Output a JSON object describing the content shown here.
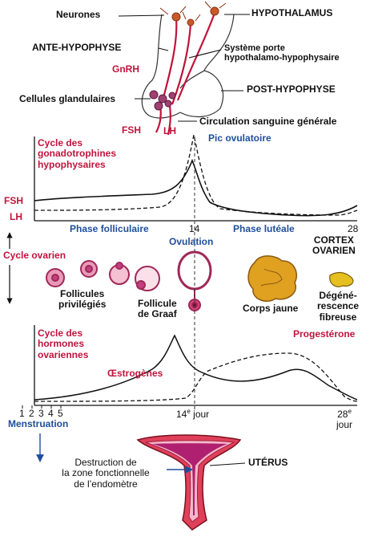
{
  "labels": {
    "neurones": "Neurones",
    "hypothalamus": "HYPOTHALAMUS",
    "ante_hypophyse": "ANTE-HYPOPHYSE",
    "systeme_porte": "Système porte\nhypothalamo-hypophysaire",
    "gnrh": "GnRH",
    "cellules": "Cellules glandulaires",
    "post_hypophyse": "POST-HYPOPHYSE",
    "fsh_top": "FSH",
    "lh_top": "LH",
    "circulation": "Circulation sanguine générale",
    "pic": "Pic ovulatoire",
    "cycle_gonado": "Cycle des\ngonadotrophines\nhypophysaires",
    "fsh_axis": "FSH",
    "lh_axis": "LH",
    "phase_folliculaire": "Phase folliculaire",
    "tick14": "14",
    "tick28": "28",
    "ovulation": "Ovulation",
    "phase_luteale": "Phase lutéale",
    "cortex": "CORTEX\nOVARIEN",
    "cycle_ovarien": "Cycle ovarien",
    "follicules_priv": "Follicules\nprivilégiés",
    "follicule_graaf": "Follicule\nde Graaf",
    "corps_jaune": "Corps jaune",
    "degenerescence": "Dégéné-\nrescence\nfibreuse",
    "cycle_hormones": "Cycle des\nhormones\novariennes",
    "progesterone": "Progestérone",
    "oestrogenes": "Œstrogènes",
    "days": [
      "1",
      "2",
      "3",
      "4",
      "5"
    ],
    "jour14_num": "14",
    "jour14_sup": "e",
    "jour14_word": " jour",
    "jour28_num": "28",
    "jour28_sup": "e",
    "jour28_word": "jour",
    "menstruation": "Menstruation",
    "destruction": "Destruction de\nla zone fonctionnelle\nde l’endomètre",
    "uterus": "UTÉRUS"
  },
  "colors": {
    "red": "#c0143c",
    "blue": "#1f4e9c",
    "pink": "#d9447a",
    "corpus_luteum": "#e0a020"
  }
}
